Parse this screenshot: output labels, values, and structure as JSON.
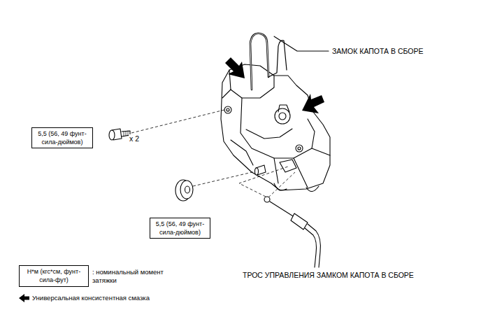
{
  "diagram": {
    "nodes": [
      {
        "text": [
          "5,5 (56, 49 фунт-сила-дюймов)"
        ]
      },
      {
        "text": [
          "5,5 (56, 49 фунт-сила-дюймов)"
        ]
      },
      {
        "text": [
          "Н*м (кгс*см, фунт-сила-фут)"
        ]
      }
    ],
    "labels": [
      "ЗАМОК КАПОТА В СБОРЕ",
      "x 2",
      "ТРОС УПРАВЛЕНИЯ ЗАМКОМ КАПОТА В СБОРЕ",
      ": номинальный момент затяжки"
    ],
    "legend": [
      {
        "text": "Универсальная консистентная смазка"
      }
    ]
  }
}
